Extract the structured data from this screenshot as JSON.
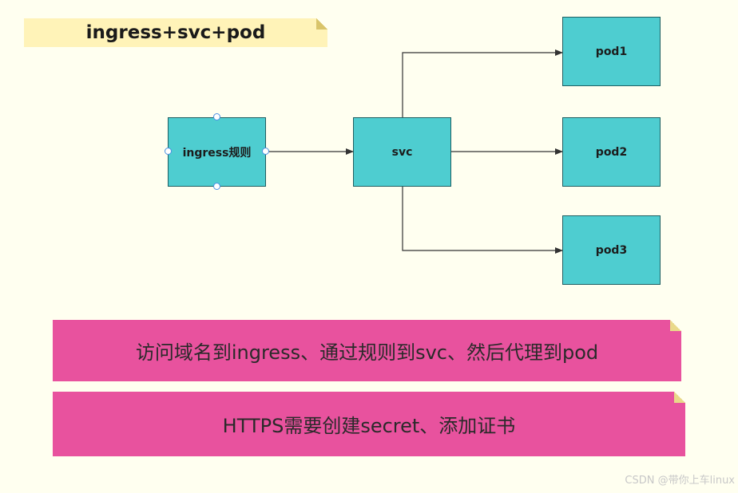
{
  "title": "ingress+svc+pod",
  "nodes": {
    "ingress": "ingress规则",
    "svc": "svc",
    "pod1": "pod1",
    "pod2": "pod2",
    "pod3": "pod3"
  },
  "notes": {
    "note1": "访问域名到ingress、通过规则到svc、然后代理到pod",
    "note2": "HTTPS需要创建secret、添加证书"
  },
  "watermark": "CSDN @带你上车linux",
  "colors": {
    "background": "#fffff0",
    "node_fill": "#4ecdd0",
    "title_note": "#fff3b8",
    "pink_note": "#e8529e",
    "selection_handle": "#4a90e2"
  }
}
